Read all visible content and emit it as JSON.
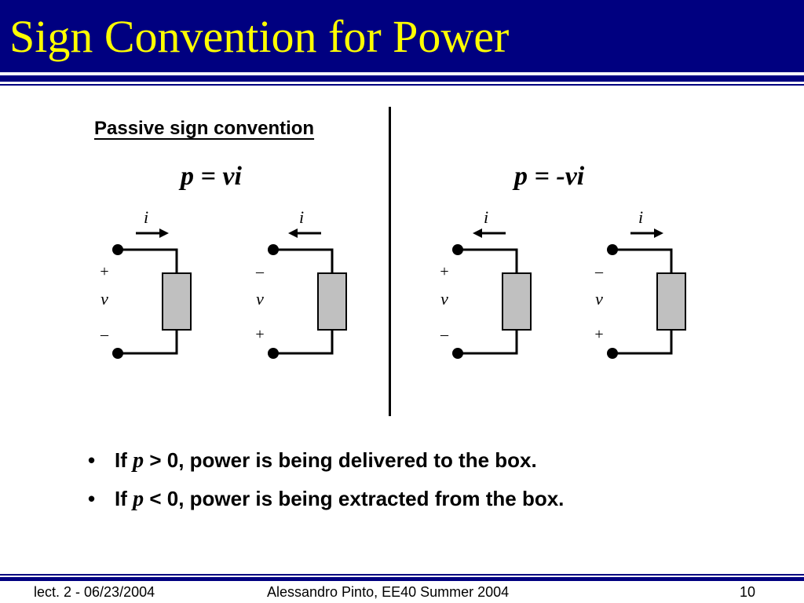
{
  "slide": {
    "title": "Sign Convention for Power",
    "section_heading": "Passive sign convention",
    "formula_left": "p = vi",
    "formula_right": "p = -vi"
  },
  "circuits": [
    {
      "current_label": "i",
      "current_direction": "right",
      "top_terminal_label": "+",
      "middle_label": "v",
      "bottom_terminal_label": "–"
    },
    {
      "current_label": "i",
      "current_direction": "left",
      "top_terminal_label": "–",
      "middle_label": "v",
      "bottom_terminal_label": "+"
    },
    {
      "current_label": "i",
      "current_direction": "left",
      "top_terminal_label": "+",
      "middle_label": "v",
      "bottom_terminal_label": "–"
    },
    {
      "current_label": "i",
      "current_direction": "right",
      "top_terminal_label": "–",
      "middle_label": "v",
      "bottom_terminal_label": "+"
    }
  ],
  "bullets": [
    {
      "marker": "•",
      "prefix": "If ",
      "var": "p",
      "rest": " > 0, power is being delivered to the box."
    },
    {
      "marker": "•",
      "prefix": "If ",
      "var": "p",
      "rest": " < 0, power is being extracted from the box."
    }
  ],
  "footer": {
    "left": "lect. 2 - 06/23/2004",
    "center": "Alessandro Pinto, EE40 Summer 2004",
    "page": "10"
  },
  "colors": {
    "header_bg": "#000080",
    "title_text": "#ffff00",
    "resistor_fill": "#c0c0c0"
  }
}
